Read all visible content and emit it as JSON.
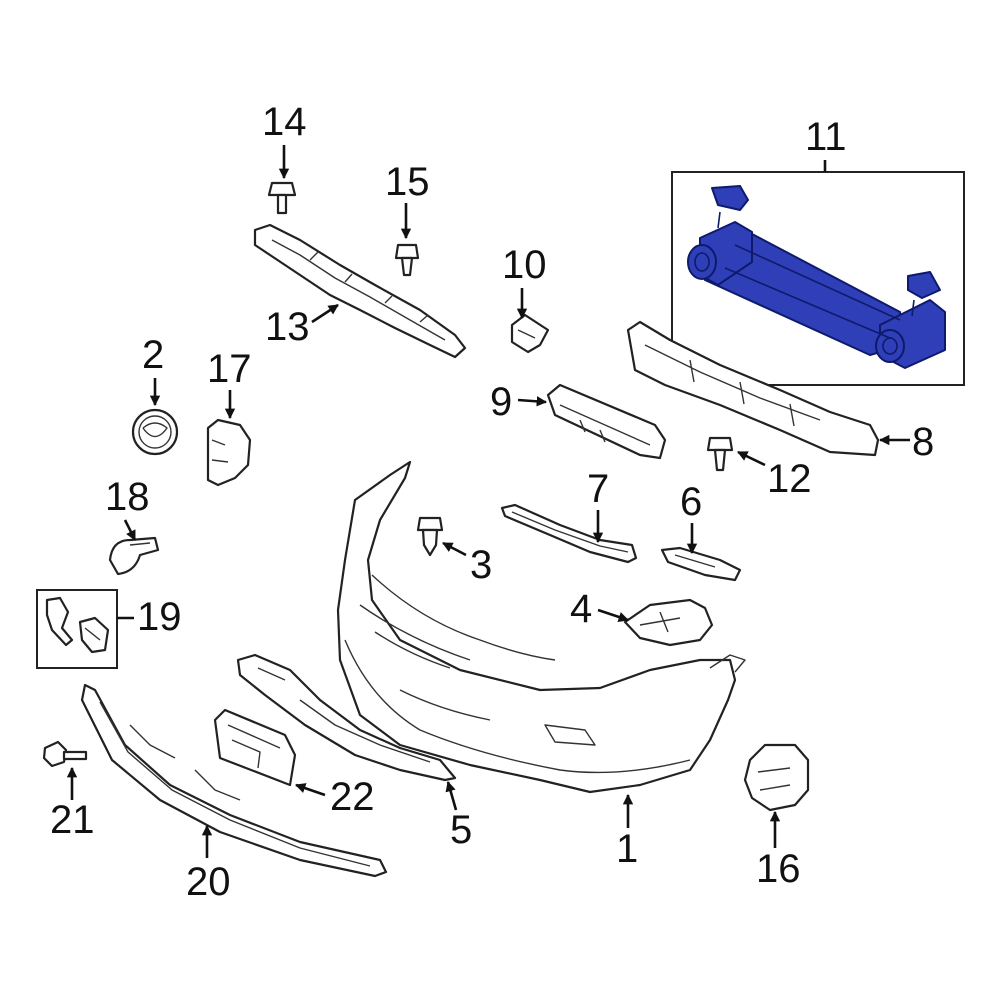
{
  "diagram": {
    "callouts": {
      "c1": "1",
      "c2": "2",
      "c3": "3",
      "c4": "4",
      "c5": "5",
      "c6": "6",
      "c7": "7",
      "c8": "8",
      "c9": "9",
      "c10": "10",
      "c11": "11",
      "c12": "12",
      "c13": "13",
      "c14": "14",
      "c15": "15",
      "c16": "16",
      "c17": "17",
      "c18": "18",
      "c19": "19",
      "c20": "20",
      "c21": "21",
      "c22": "22"
    },
    "highlight_color": "#2e3fb8",
    "highlighted_part": "11"
  }
}
